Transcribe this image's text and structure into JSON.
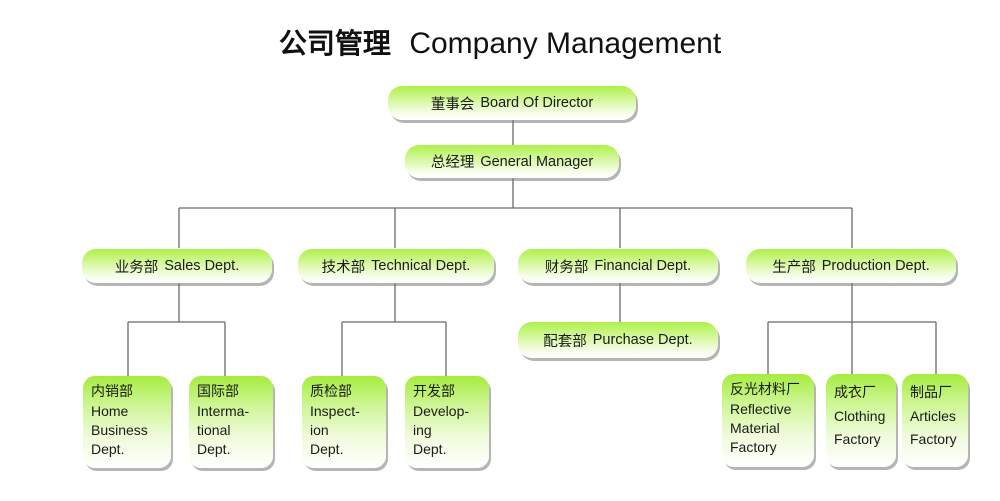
{
  "title": {
    "cn": "公司管理",
    "en": "Company Management"
  },
  "board": {
    "cn": "董事会",
    "en": "Board Of Director"
  },
  "gm": {
    "cn": "总经理",
    "en": "General Manager"
  },
  "depts": {
    "sales": {
      "cn": "业务部",
      "en": "Sales Dept."
    },
    "technical": {
      "cn": "技术部",
      "en": "Technical Dept."
    },
    "financial": {
      "cn": "财务部",
      "en": "Financial Dept."
    },
    "production": {
      "cn": "生产部",
      "en": "Production Dept."
    },
    "purchase": {
      "cn": "配套部",
      "en": "Purchase Dept."
    }
  },
  "units": {
    "home_business": {
      "cn": "内销部",
      "en": "Home\nBusiness\nDept."
    },
    "international": {
      "cn": "国际部",
      "en": "Interma-\ntional\nDept."
    },
    "inspection": {
      "cn": "质检部",
      "en": "Inspect-\nion\nDept."
    },
    "developing": {
      "cn": "开发部",
      "en": "Develop-\ning\nDept."
    },
    "reflective": {
      "cn": "反光材料厂",
      "en": "Reflective\nMaterial\nFactory"
    },
    "clothing": {
      "cn": "成衣厂",
      "en": "Clothing\nFactory"
    },
    "articles": {
      "cn": "制品厂",
      "en": "Articles\nFactory"
    }
  }
}
